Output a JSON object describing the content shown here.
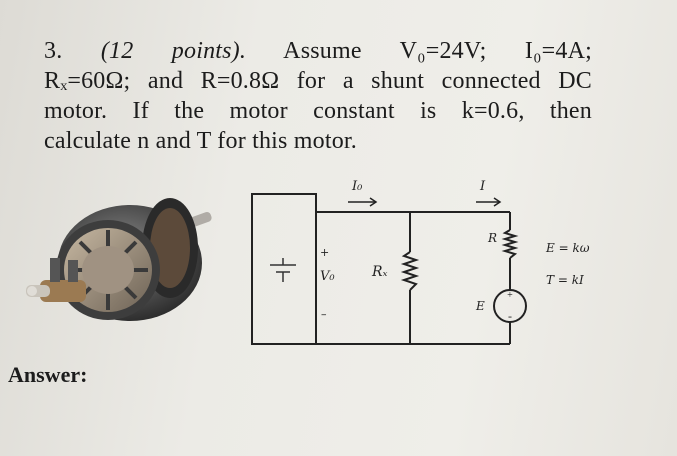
{
  "question": {
    "number": "3.",
    "points": "(12 points).",
    "line1_rest": "Assume V₀=24V; I₀=4A;",
    "line2": "Rₓ=60Ω; and R=0.8Ω for a shunt connected DC",
    "line3": "motor. If the motor constant is k=0.6, then",
    "line4": "calculate n and T for this motor."
  },
  "answer_label": "Answer:",
  "figure": {
    "motor_photo_label": "DC motor illustration",
    "circuit": {
      "current_in_label": "I₀",
      "current_branch_label": "I",
      "plus_sign": "+",
      "minus_sign": "–",
      "voltage_label": "V₀",
      "field_resistor_label": "Rₓ",
      "armature_resistor_label": "R",
      "emf_label": "E",
      "equation_E": "E = kω",
      "equation_T": "T = kI"
    }
  }
}
